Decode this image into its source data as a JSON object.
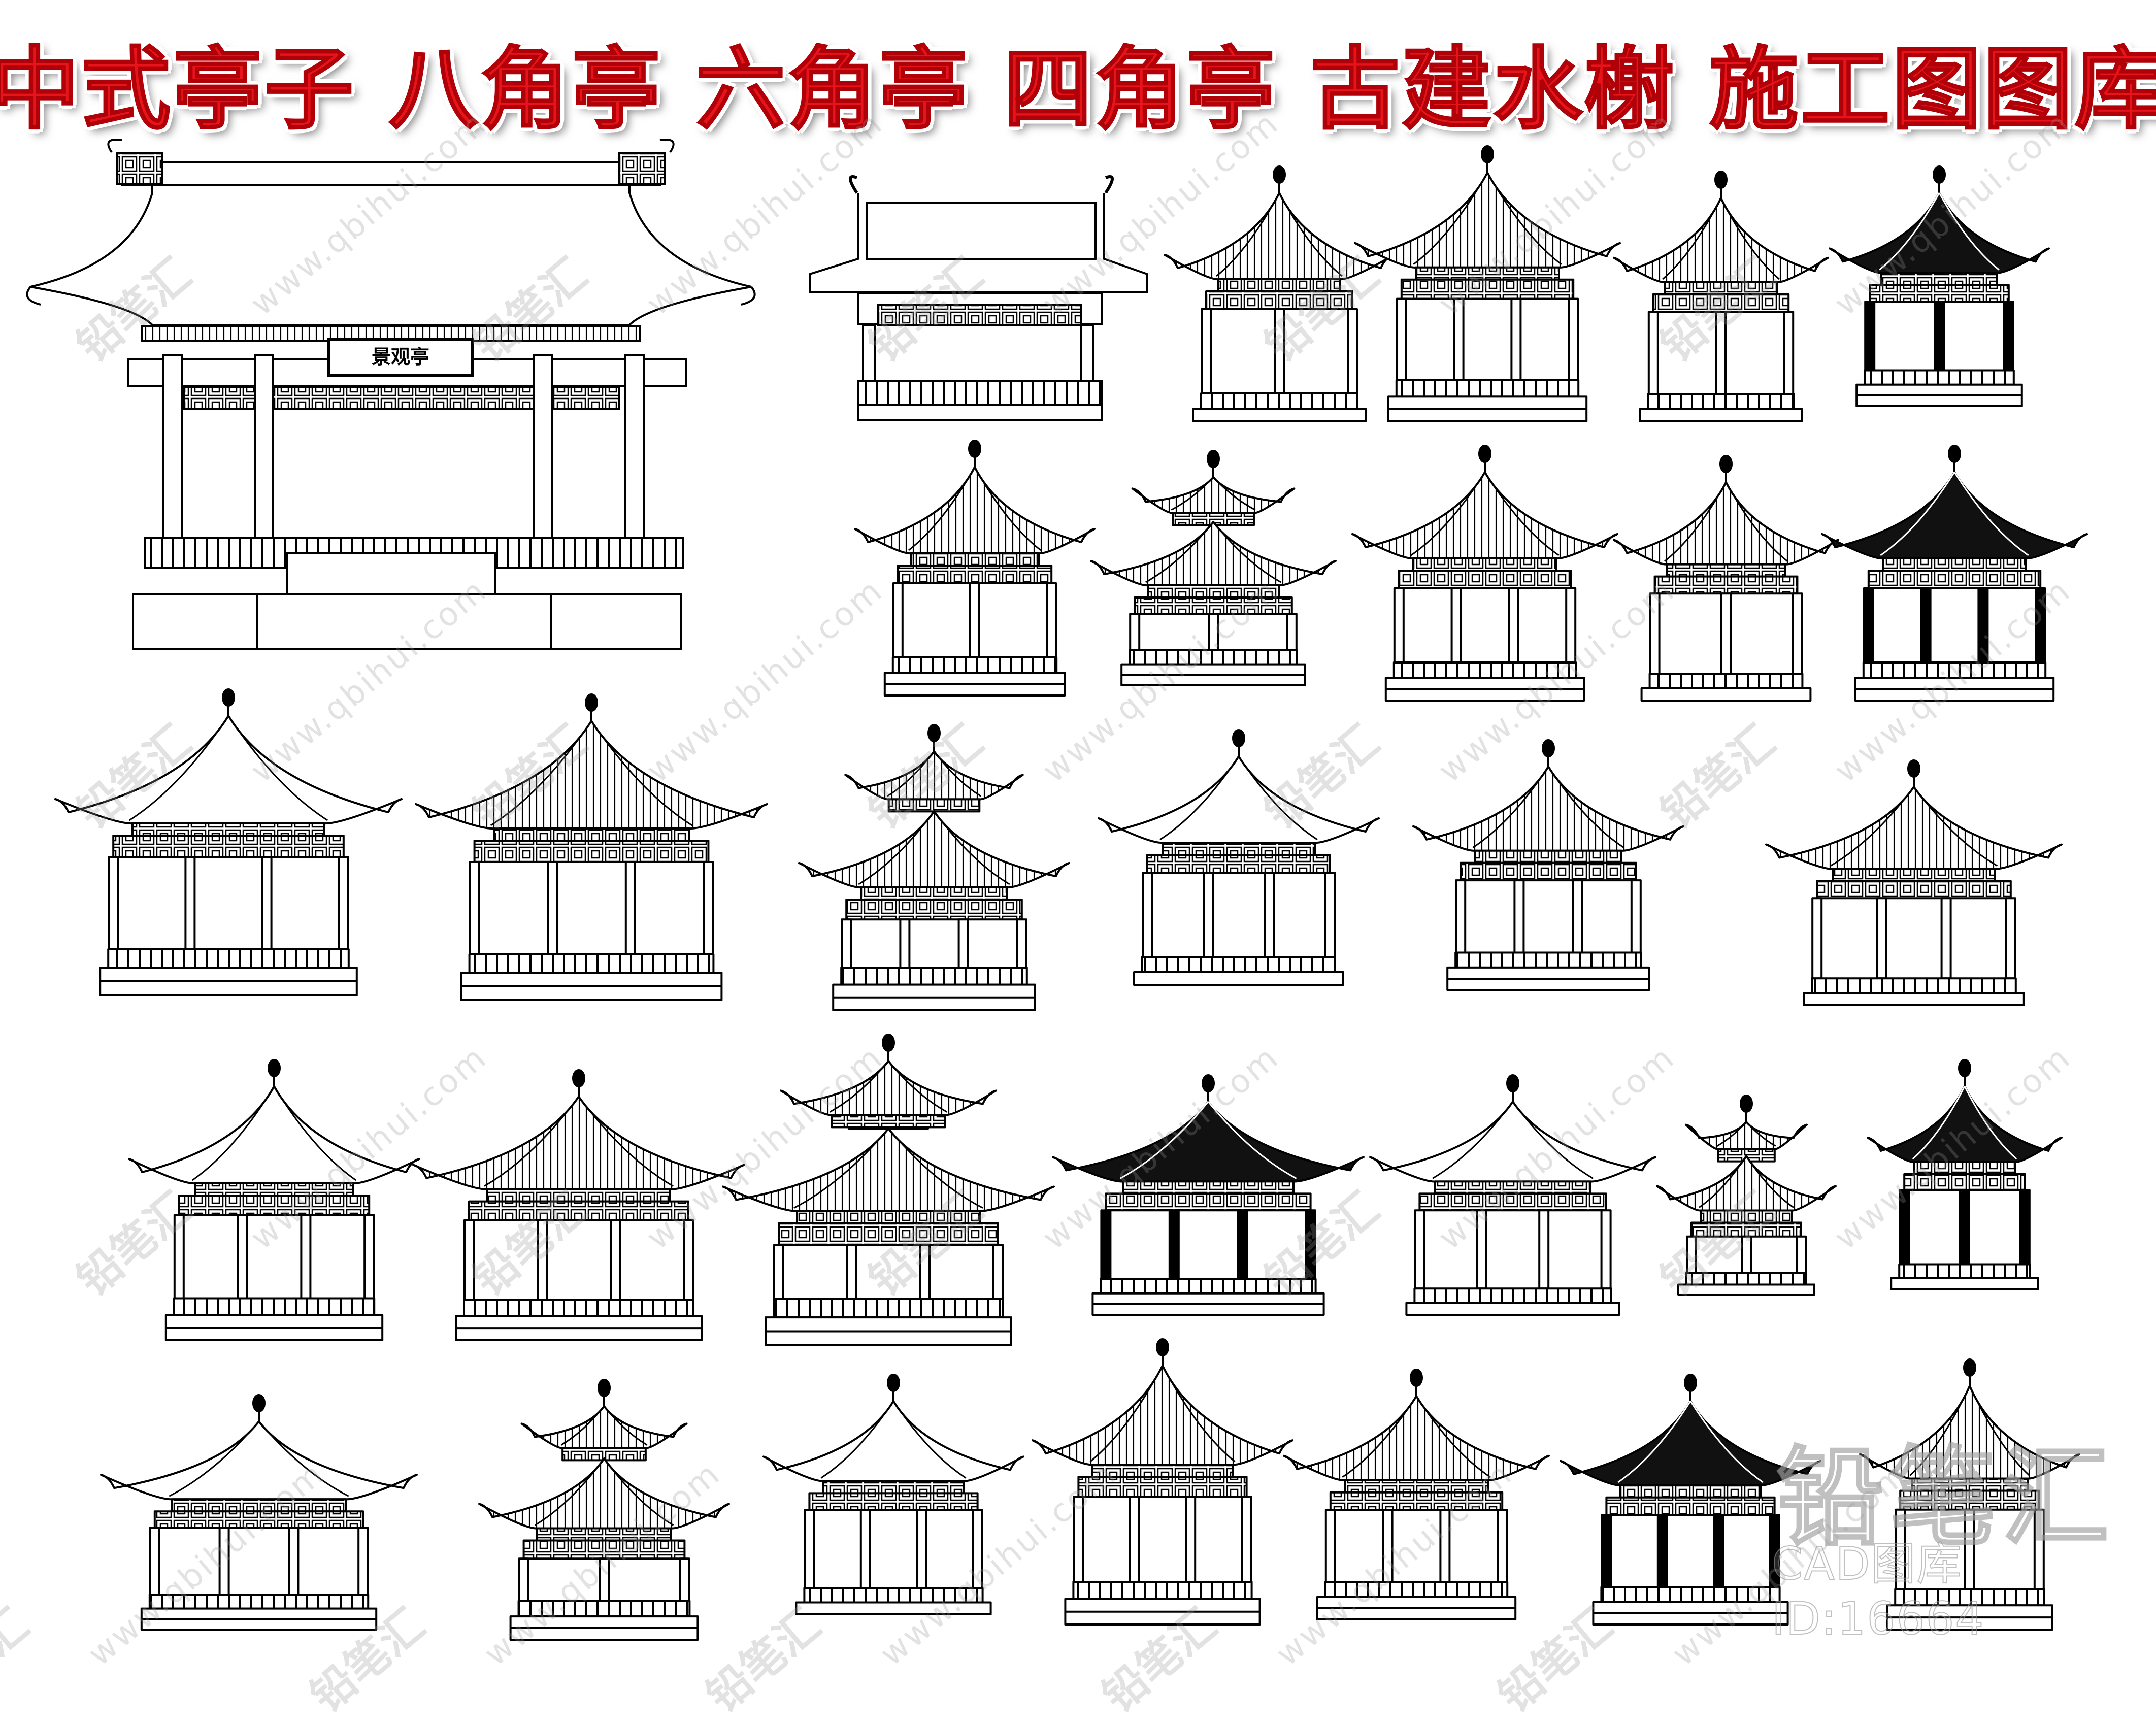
{
  "title": "中式亭子 八角亭 六角亭 四角亭 古建水榭 施工图图库",
  "plaque_text": "景观亭",
  "watermark": {
    "url": "www.qbihui.com",
    "brand": "铅笔汇"
  },
  "corner_logo": {
    "brand": "铅笔汇",
    "id_text": "CAD图库ID:16664"
  },
  "colors": {
    "title_red": "#e8141c",
    "line": "#000000",
    "background": "#ffffff"
  }
}
